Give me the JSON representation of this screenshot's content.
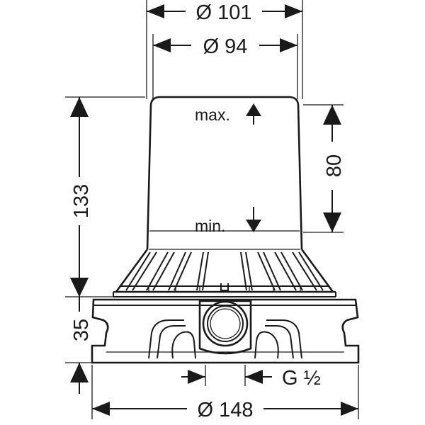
{
  "dimensions": {
    "top_outer": "Ø 101",
    "top_inner": "Ø 94",
    "height_left": "133",
    "height_right": "80",
    "base_height": "35",
    "thread": "G ½",
    "base_width": "Ø 148"
  },
  "labels": {
    "max": "max.",
    "min": "min."
  },
  "colors": {
    "ink": "#1a1a1a",
    "background": "#ffffff"
  }
}
